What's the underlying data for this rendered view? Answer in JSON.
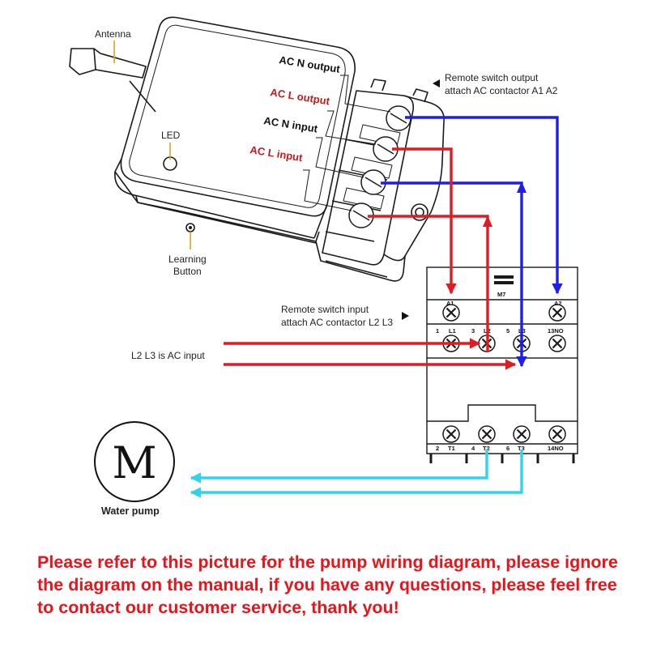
{
  "labels": {
    "antenna": "Antenna",
    "led": "LED",
    "learning_button": [
      "Learning",
      "Button"
    ],
    "ac_n_output": "AC N output",
    "ac_l_output": "AC L output",
    "ac_n_input": "AC N input",
    "ac_l_input": "AC L input",
    "remote_output_note": [
      "Remote switch output",
      "attach AC contactor A1 A2"
    ],
    "remote_input_note": [
      "Remote switch input",
      "attach AC contactor L2 L3"
    ],
    "ac_input_note": "L2 L3 is AC input",
    "motor_symbol": "M",
    "water_pump": "Water pump"
  },
  "contactor": {
    "model": "M7",
    "coil_terminals": [
      "A1",
      "A2"
    ],
    "top_numbers": [
      "1",
      "3",
      "5",
      "13NO"
    ],
    "top_terminals": [
      "L1",
      "L2",
      "L3"
    ],
    "bottom_numbers": [
      "2",
      "4",
      "6",
      "14NO"
    ],
    "bottom_terminals": [
      "T1",
      "T2",
      "T3"
    ]
  },
  "colors": {
    "neutral_wire": "#1e1ee6",
    "live_wire": "#e11b22",
    "output_wire": "#32d2ec",
    "callout_line": "#e3a21a",
    "outline": "#1a1a1a",
    "notice_text": "#e8141a"
  },
  "notice": "Please refer to this picture for the pump wiring diagram, please ignore the diagram on the manual, if you have any questions, please feel free to contact our customer service, thank you!"
}
